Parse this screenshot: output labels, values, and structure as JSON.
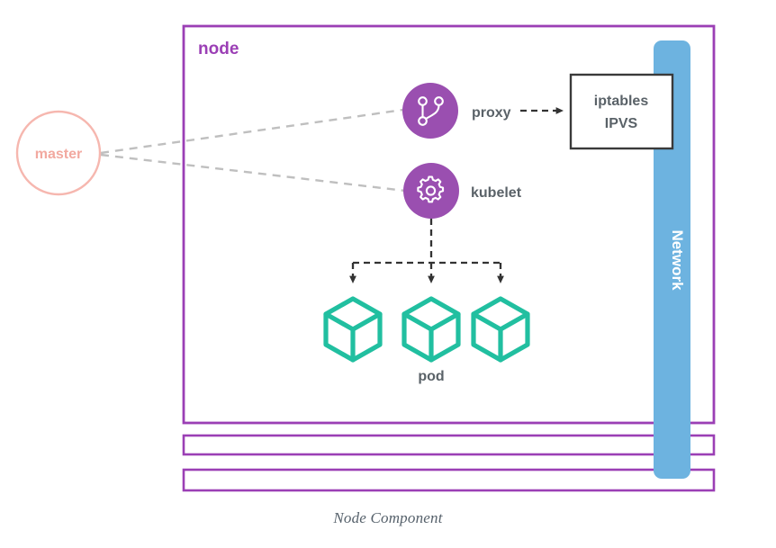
{
  "diagram": {
    "caption": "Node Component",
    "colors": {
      "node_border": "#9B3FB5",
      "node_label": "#9B3FB5",
      "component_circle": "#9A4FB0",
      "pod": "#21BFA0",
      "network_bar": "#6DB3E0",
      "master_stroke": "#F6B7AF",
      "master_text": "#F2A9A0",
      "dashed_link": "#BFBFBF",
      "arrow": "#333333",
      "box_border": "#3A3A3A",
      "text_dark": "#5A6268",
      "caption_text": "#56616b"
    },
    "node_box": {
      "label": "node"
    },
    "master": {
      "label": "master"
    },
    "components": [
      {
        "name": "proxy",
        "label": "proxy",
        "icon": "git-branch-icon"
      },
      {
        "name": "kubelet",
        "label": "kubelet",
        "icon": "gear-icon"
      }
    ],
    "rules_box": {
      "line1": "iptables",
      "line2": "IPVS"
    },
    "network": {
      "label": "Network"
    },
    "pods": {
      "label": "pod",
      "count": 3,
      "icon": "cube-icon"
    },
    "stacked_nodes": 2
  }
}
